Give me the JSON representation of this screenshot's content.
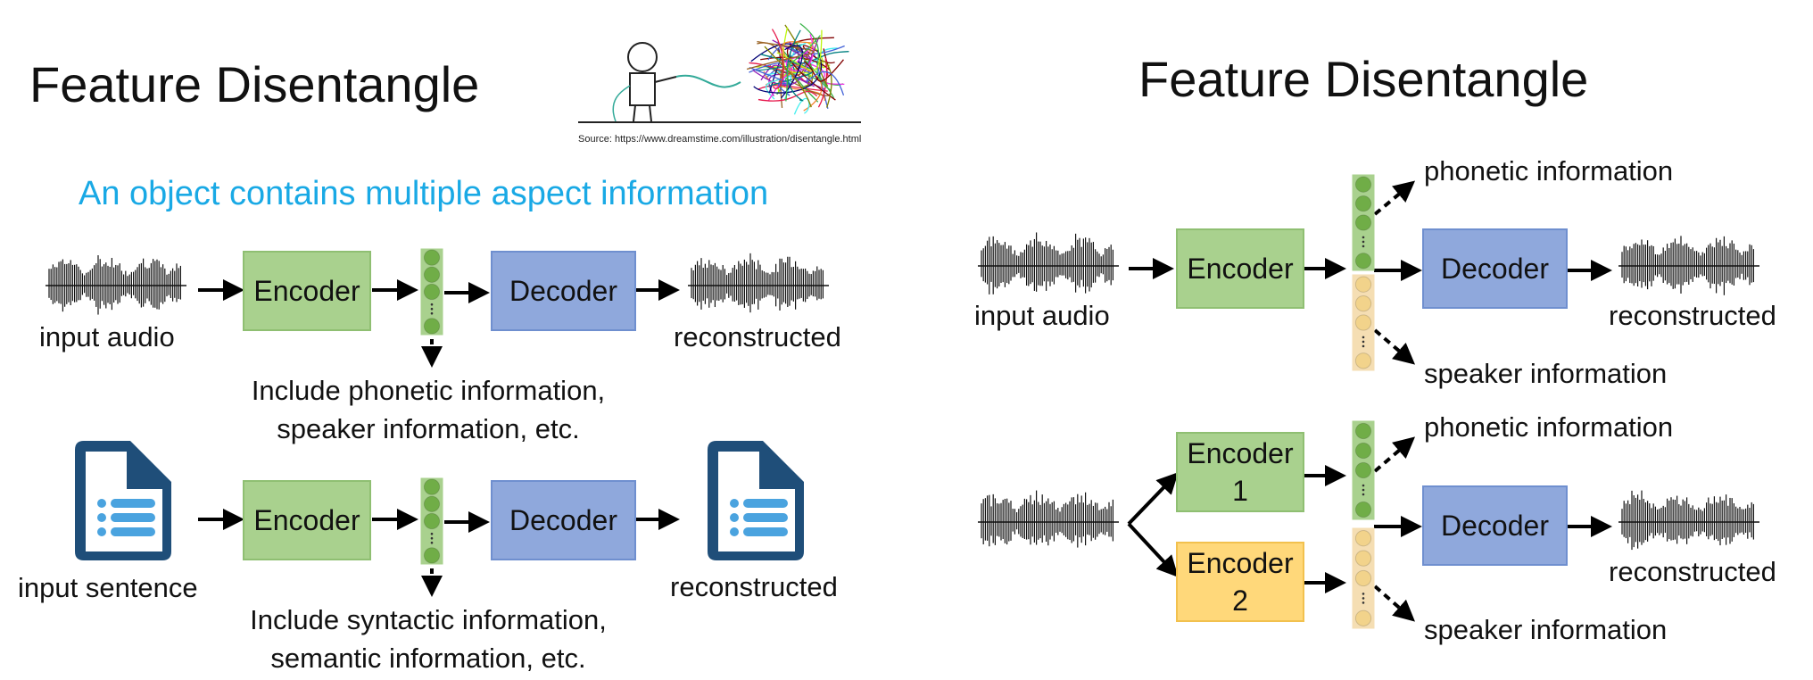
{
  "left": {
    "title": "Feature Disentangle",
    "source_credit": "Source: https://www.dreamstime.com/illustration/disentangle.html",
    "subtitle": "An object contains multiple aspect information",
    "row1": {
      "input_label": "input audio",
      "encoder": "Encoder",
      "decoder": "Decoder",
      "output_label": "reconstructed",
      "note_line1": "Include phonetic information,",
      "note_line2": "speaker information, etc."
    },
    "row2": {
      "input_label": "input sentence",
      "encoder": "Encoder",
      "decoder": "Decoder",
      "output_label": "reconstructed",
      "note_line1": "Include syntactic information,",
      "note_line2": "semantic information, etc."
    }
  },
  "right": {
    "title": "Feature Disentangle",
    "top": {
      "input_label": "input audio",
      "encoder": "Encoder",
      "decoder": "Decoder",
      "output_label": "reconstructed",
      "phonetic": "phonetic information",
      "speaker": "speaker information"
    },
    "bottom": {
      "encoder1_line1": "Encoder",
      "encoder1_line2": "1",
      "encoder2_line1": "Encoder",
      "encoder2_line2": "2",
      "decoder": "Decoder",
      "output_label": "reconstructed",
      "phonetic": "phonetic information",
      "speaker": "speaker information"
    }
  },
  "colors": {
    "encoder_green": "#a9d18e",
    "encoder_orange": "#ffd87a",
    "decoder_blue": "#8fa8dc",
    "vector_green": "#70ad47",
    "vector_beige": "#f5deb3",
    "subtitle_blue": "#19a9e5",
    "document_blue": "#1f4e79"
  }
}
